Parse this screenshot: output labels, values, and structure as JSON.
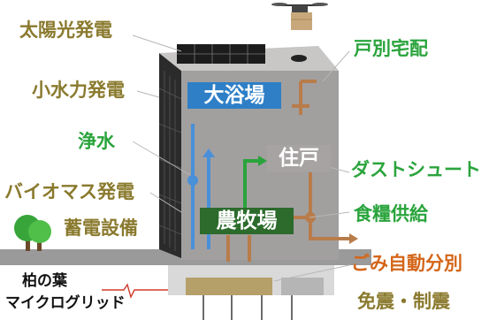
{
  "labels_left": [
    {
      "text": "太陽光発電",
      "color": "olive"
    },
    {
      "text": "小水力発電",
      "color": "olive"
    },
    {
      "text": "浄水",
      "color": "green"
    },
    {
      "text": "バイオマス発電",
      "color": "olive"
    },
    {
      "text": "蓄電設備",
      "color": "olive"
    }
  ],
  "labels_right": [
    {
      "text": "戸別宅配",
      "color": "green"
    },
    {
      "text": "ダストシュート",
      "color": "green"
    },
    {
      "text": "食糧供給",
      "color": "green"
    },
    {
      "text": "ごみ自動分別",
      "color": "orange"
    },
    {
      "text": "免震・制震",
      "color": "olive"
    }
  ],
  "rooms": {
    "bath": "大浴場",
    "residence": "住戸",
    "farm": "農牧場"
  },
  "grid": {
    "line1": "柏の葉",
    "line2": "マイクログリッド"
  },
  "colors": {
    "olive": "#8a7a2e",
    "green": "#2aa43c",
    "orange": "#d4661a",
    "building": "#9e9c9c",
    "bath_box": "#2e7fc6",
    "farm_box": "#2c6b2c",
    "water_arrow": "#4a90d9",
    "wood_arrow": "#9a7a4a"
  }
}
